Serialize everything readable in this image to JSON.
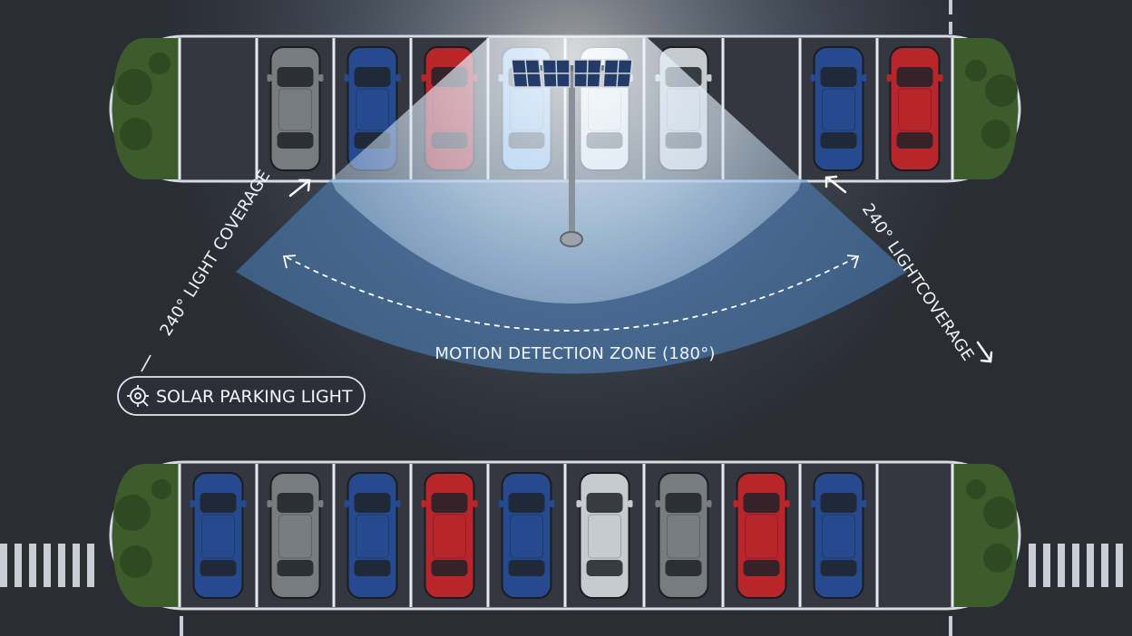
{
  "labels": {
    "coverage_left": "240° LIGHT COVERAGE",
    "coverage_right": "240° LIGHTCOVERAGE",
    "motion_zone": "MOTION DETECTION ZONE (180°)",
    "solar_light": "SOLAR PARKING LIGHT"
  },
  "icons": {
    "solar_light": "light-settings-icon"
  },
  "colors": {
    "asphalt": "#2a2d34",
    "lot_surface": "#33363d",
    "grass": "#3f5f2c",
    "motion_zone": "#4f86c6",
    "light_cone": "#cfe3f4",
    "line": "#e6e9ee"
  },
  "cars": {
    "top_row": [
      "empty",
      "gray",
      "blue",
      "red",
      "lightblue",
      "white",
      "silver",
      "empty",
      "blue",
      "red"
    ],
    "bottom_row": [
      "blue",
      "gray",
      "blue",
      "red",
      "blue",
      "silver",
      "gray",
      "red",
      "blue",
      "empty"
    ]
  },
  "car_colors": {
    "gray": "#777b82",
    "blue": "#27498e",
    "red": "#b8252b",
    "lightblue": "#8cb9ea",
    "white": "#e8ecf0",
    "silver": "#c6cbd1",
    "empty": ""
  }
}
